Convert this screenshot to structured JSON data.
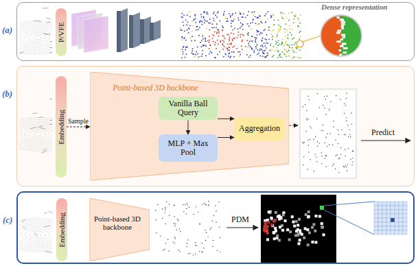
{
  "diagram": {
    "nodes": [
      {
        "text": [
          "(a)"
        ]
      },
      {
        "text": [
          "P/VFE"
        ],
        "in": 0
      },
      {
        "text": [
          "(b)"
        ]
      },
      {
        "text": [
          "Embedding"
        ],
        "in": 2
      },
      {
        "text": [
          "Point-based 3D backbone"
        ],
        "in": 2
      },
      {
        "text": [
          "Vanilla Ball Query"
        ],
        "in": 4
      },
      {
        "text": [
          "MLP + Max Pool"
        ],
        "in": 4
      },
      {
        "text": [
          "Aggregation"
        ],
        "in": 4
      },
      {
        "text": [
          "(c)"
        ]
      },
      {
        "text": [
          "Embedding"
        ],
        "in": 8
      },
      {
        "text": [
          "Point-based 3D backbone"
        ],
        "in": 8
      }
    ],
    "edges": [
      {
        "from": 3,
        "to": 4,
        "arrow": "to",
        "label": "Sample"
      },
      {
        "from": 5,
        "to": 6,
        "arrow": "to"
      },
      {
        "from": 5,
        "to": 7,
        "arrow": "to"
      },
      {
        "from": 6,
        "to": 7,
        "arrow": "to"
      }
    ],
    "labels": [
      "Dense representation",
      "Predict",
      "PDM"
    ]
  }
}
